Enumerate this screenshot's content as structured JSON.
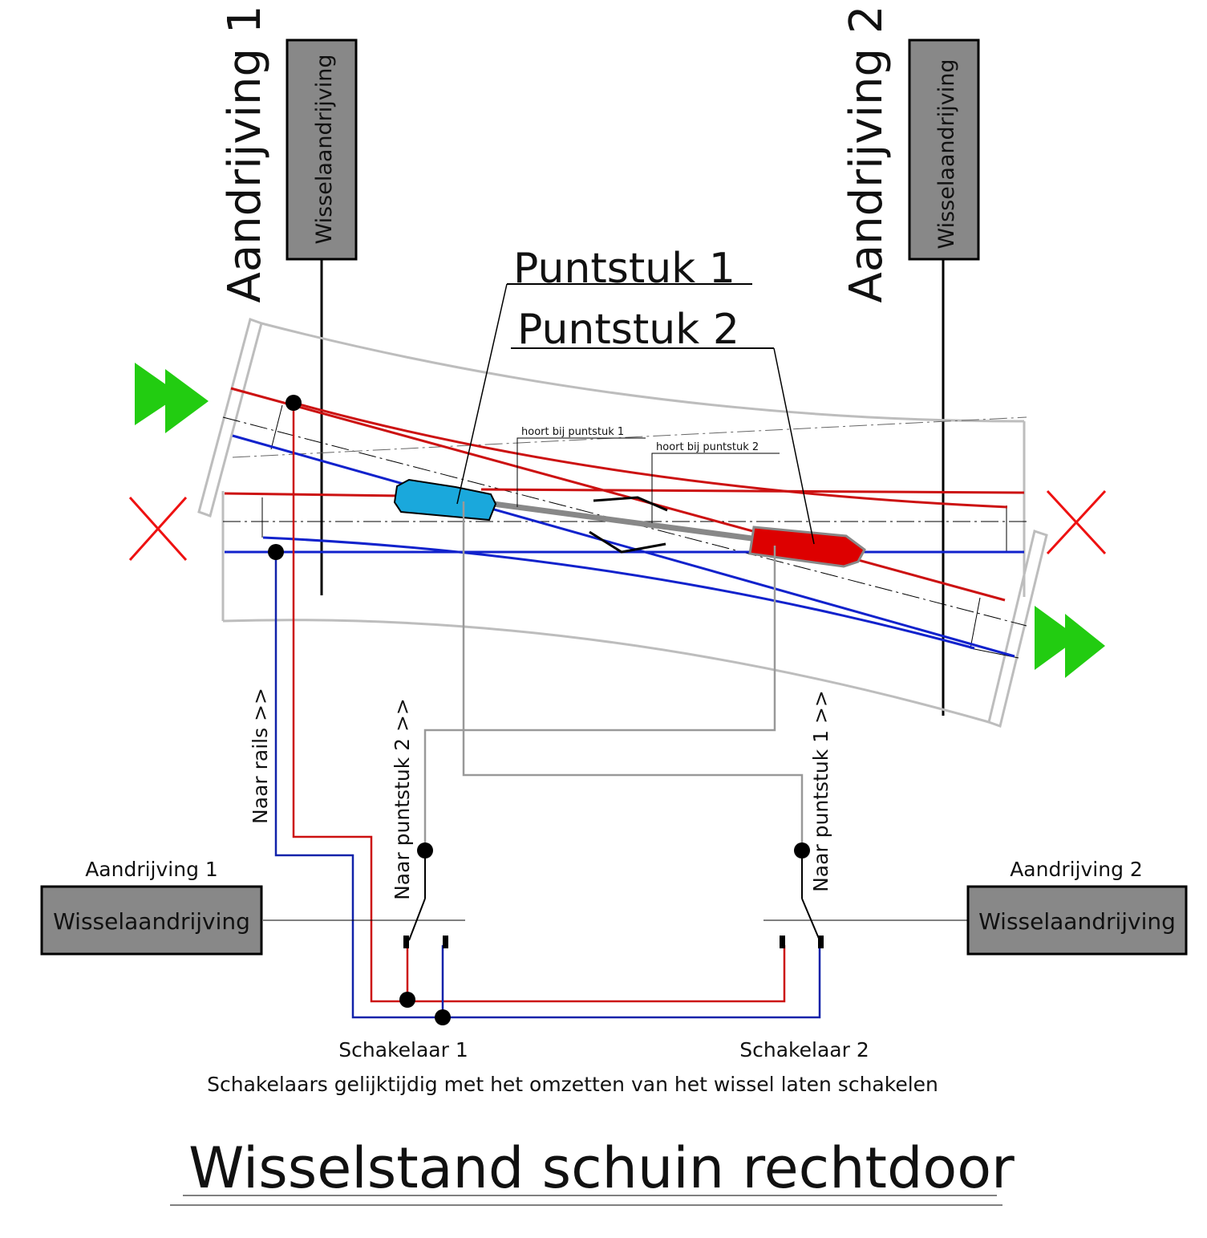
{
  "colors": {
    "frog1": "#1aa8dc",
    "frog2": "#dd0000",
    "rail_red": "#cc1111",
    "rail_blue": "#1122cc",
    "drive_box": "#888888",
    "frame": "#bbbbbb",
    "green_arrow": "#22cc11",
    "wire_grey": "#999999"
  },
  "top": {
    "drive1": {
      "side_label": "Aandrijving 1",
      "box_label": "Wisselaandrijving"
    },
    "drive2": {
      "side_label": "Aandrijving 2",
      "box_label": "Wisselaandrijving"
    },
    "punt1_label": "Puntstuk 1",
    "punt2_label": "Puntstuk 2",
    "hoort1": "hoort bij puntstuk 1",
    "hoort2": "hoort bij puntstuk 2"
  },
  "bottom": {
    "naar_rails": "Naar rails >>",
    "naar_punt2": "Naar puntstuk 2 >>",
    "naar_punt1": "Naar puntstuk 1 >>",
    "drive1": {
      "label": "Aandrijving 1",
      "box_label": "Wisselaandrijving"
    },
    "drive2": {
      "label": "Aandrijving 2",
      "box_label": "Wisselaandrijving"
    },
    "switch1": "Schakelaar 1",
    "switch2": "Schakelaar 2",
    "note": "Schakelaars gelijktijdig met het omzetten van het wissel laten schakelen"
  },
  "title": "Wisselstand schuin rechtdoor"
}
